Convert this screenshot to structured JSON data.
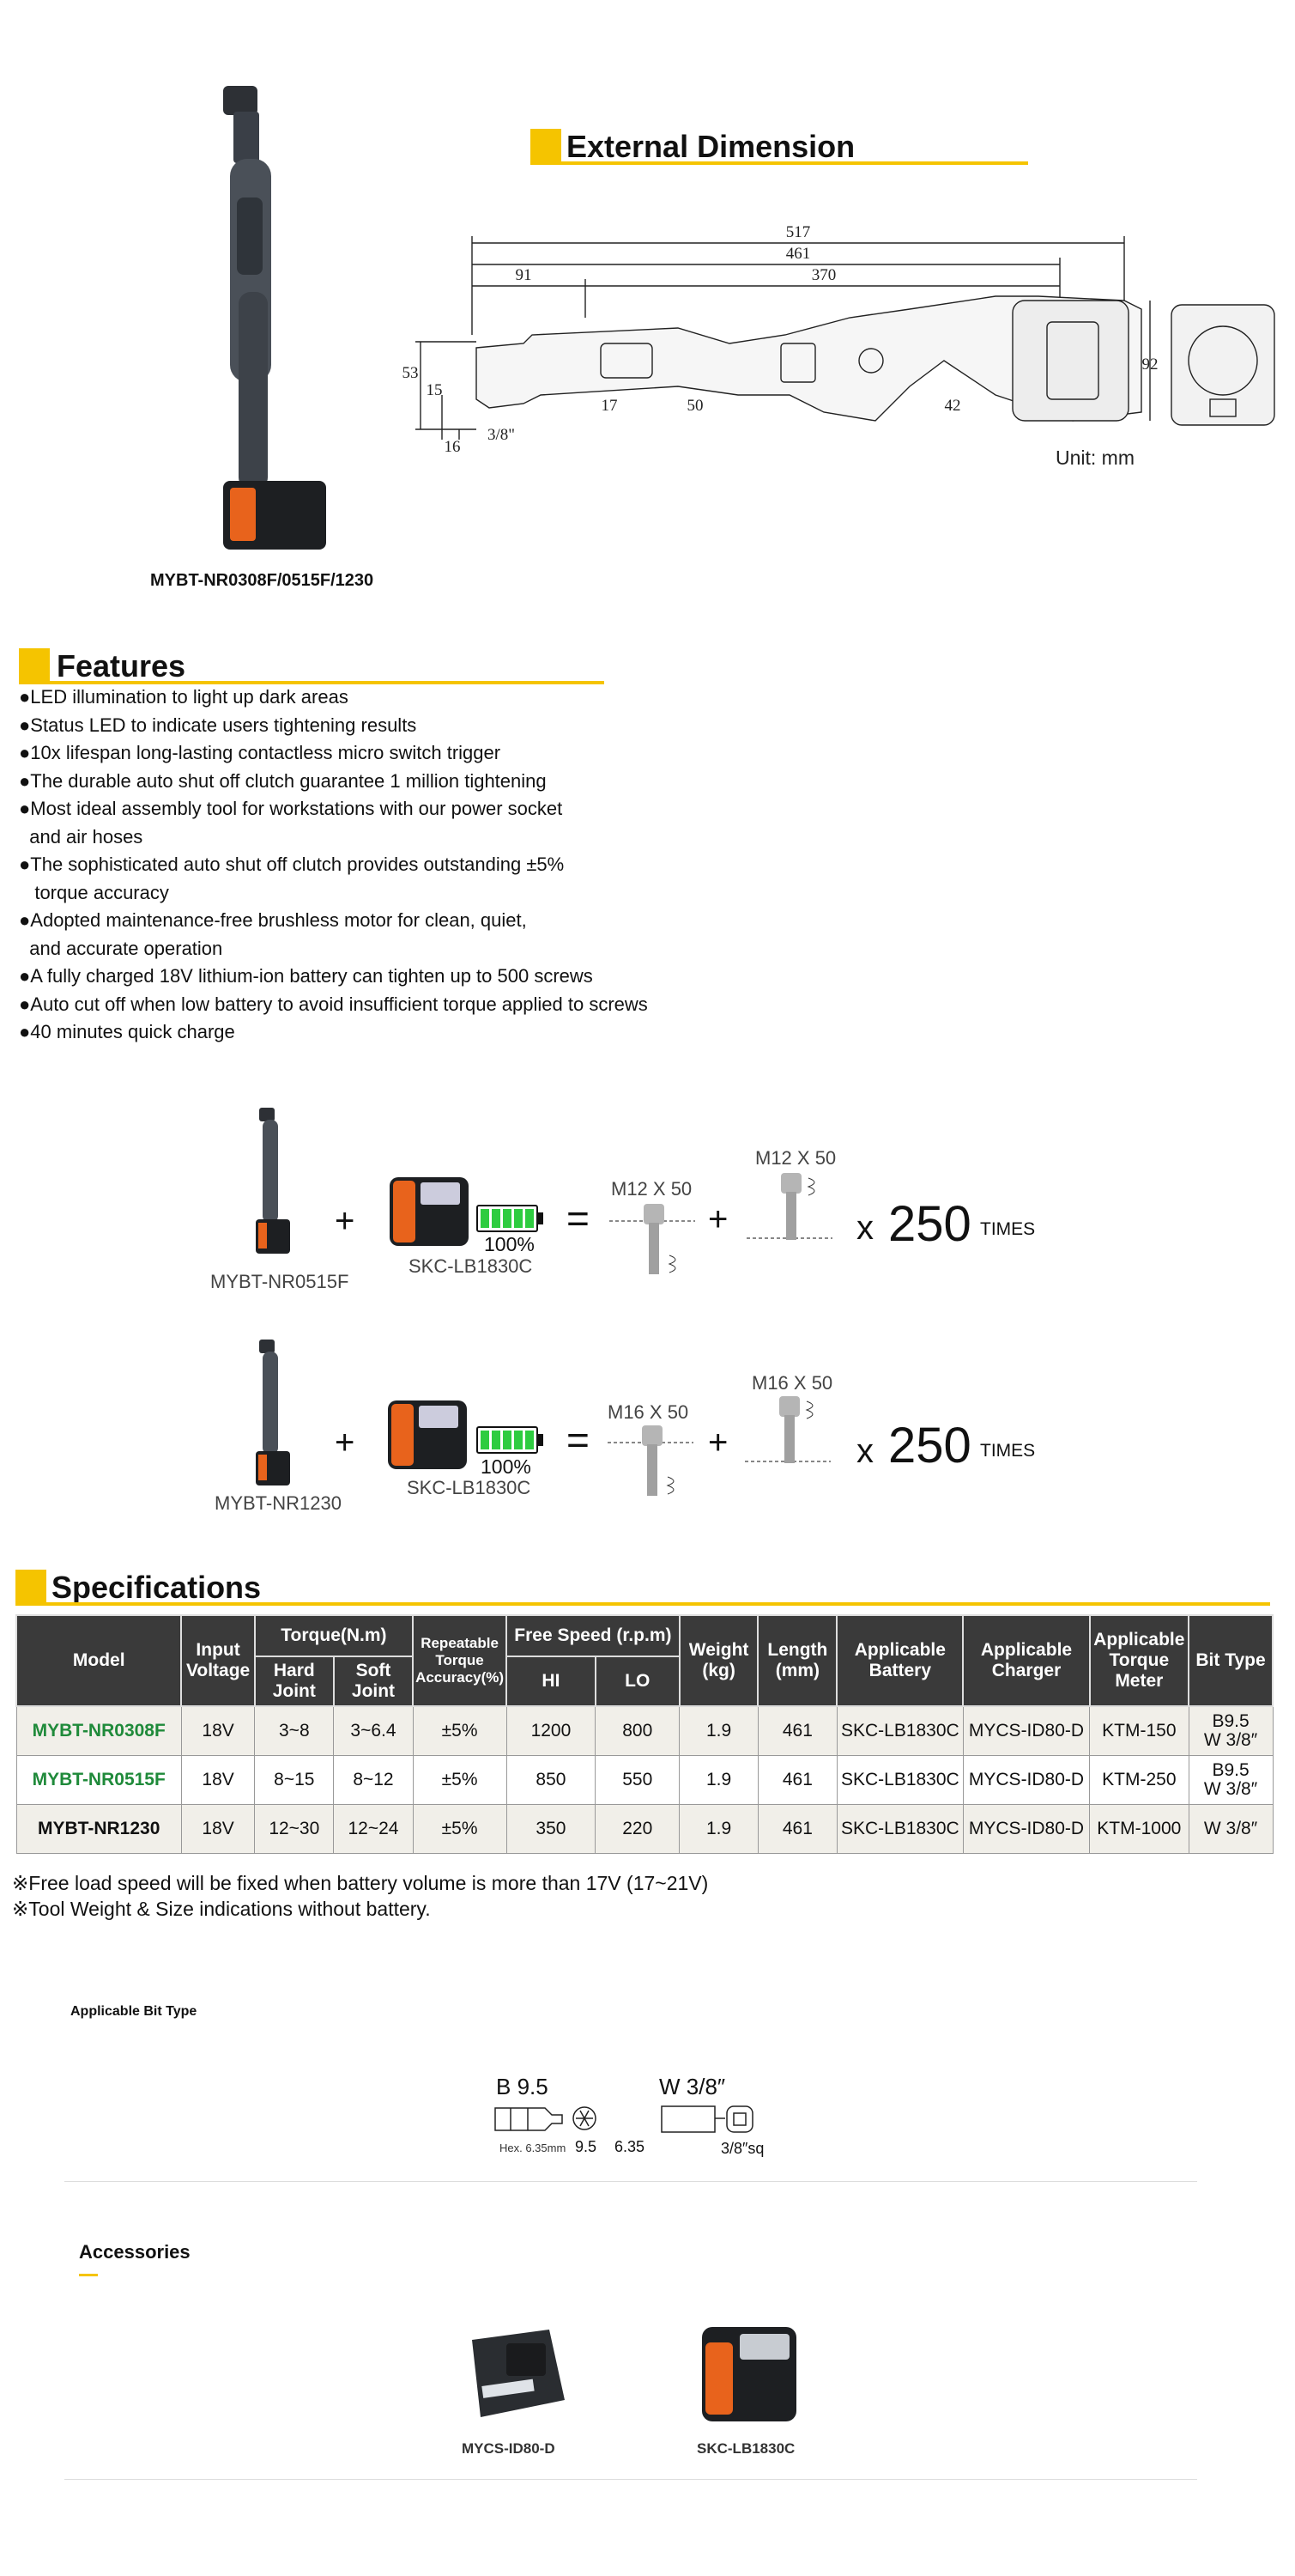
{
  "product_caption": "MYBT-NR0308F/0515F/1230",
  "external_dimension": {
    "title": "External Dimension",
    "unit": "Unit: mm",
    "dims": {
      "d517": "517",
      "d461": "461",
      "d91": "91",
      "d370": "370",
      "d53": "53",
      "d15": "15",
      "d16": "16",
      "d38": "3/8\"",
      "d17": "17",
      "d50": "50",
      "d42": "42",
      "d92": "92"
    }
  },
  "features": {
    "title": "Features",
    "items": [
      "●LED illumination to light up dark areas",
      "●Status LED to indicate users tightening results",
      "●10x lifespan long-lasting contactless micro switch trigger",
      "●The durable auto shut off clutch guarantee 1 million tightening",
      "●Most ideal assembly tool for workstations with our power socket",
      "  and air hoses",
      "●The sophisticated auto shut off clutch provides outstanding ±5%",
      "   torque accuracy",
      "●Adopted maintenance-free brushless motor for clean, quiet,",
      "  and accurate operation",
      "●A fully charged 18V lithium-ion battery can tighten up to 500 screws",
      "●Auto cut off when low battery to avoid insufficient torque applied to screws",
      "●40 minutes quick charge"
    ]
  },
  "capacity": [
    {
      "tool": "MYBT-NR0515F",
      "battery": "SKC-LB1830C",
      "charge": "100%",
      "screw_a": "M12 X 50",
      "screw_b": "M12 X 50",
      "times_x": "x",
      "times_num": "250",
      "times_label": "TIMES",
      "plus": "+",
      "eq": "="
    },
    {
      "tool": "MYBT-NR1230",
      "battery": "SKC-LB1830C",
      "charge": "100%",
      "screw_a": "M16 X 50",
      "screw_b": "M16 X 50",
      "times_x": "x",
      "times_num": "250",
      "times_label": "TIMES",
      "plus": "+",
      "eq": "="
    }
  ],
  "specifications": {
    "title": "Specifications",
    "headers": {
      "model": "Model",
      "input": "Input Voltage",
      "torque": "Torque(N.m)",
      "hard": "Hard Joint",
      "soft": "Soft Joint",
      "repeat": "Repeatable Torque Accuracy(%)",
      "speed": "Free Speed (r.p.m)",
      "hi": "HI",
      "lo": "LO",
      "weight": "Weight (kg)",
      "length": "Length (mm)",
      "battery": "Applicable Battery",
      "charger": "Applicable Charger",
      "meter": "Applicable Torque Meter",
      "bit": "Bit Type"
    },
    "rows": [
      {
        "model": "MYBT-NR0308F",
        "voltage": "18V",
        "hard": "3~8",
        "soft": "3~6.4",
        "repeat": "±5%",
        "hi": "1200",
        "lo": "800",
        "weight": "1.9",
        "length": "461",
        "battery": "SKC-LB1830C",
        "charger": "MYCS-ID80-D",
        "meter": "KTM-150",
        "bit1": "B9.5",
        "bit2": "W 3/8″"
      },
      {
        "model": "MYBT-NR0515F",
        "voltage": "18V",
        "hard": "8~15",
        "soft": "8~12",
        "repeat": "±5%",
        "hi": "850",
        "lo": "550",
        "weight": "1.9",
        "length": "461",
        "battery": "SKC-LB1830C",
        "charger": "MYCS-ID80-D",
        "meter": "KTM-250",
        "bit1": "B9.5",
        "bit2": "W 3/8″"
      },
      {
        "model": "MYBT-NR1230",
        "voltage": "18V",
        "hard": "12~30",
        "soft": "12~24",
        "repeat": "±5%",
        "hi": "350",
        "lo": "220",
        "weight": "1.9",
        "length": "461",
        "battery": "SKC-LB1830C",
        "charger": "MYCS-ID80-D",
        "meter": "KTM-1000",
        "bit1": "W 3/8″",
        "bit2": ""
      }
    ],
    "notes": [
      "※Free load speed will be fixed when battery volume is more than 17V (17~21V)",
      "※Tool Weight & Size indications without battery."
    ]
  },
  "bit_type": {
    "title": "Applicable Bit Type",
    "b_label": "B 9.5",
    "w_label": "W 3/8″",
    "hex": "Hex. 6.35mm",
    "b95": "9.5",
    "b635": "6.35",
    "sq": "3/8″sq"
  },
  "accessories": {
    "title": "Accessories",
    "items": [
      {
        "label": "MYCS-ID80-D"
      },
      {
        "label": "SKC-LB1830C"
      }
    ]
  },
  "colors": {
    "accent": "#f5c400",
    "table_header": "#3a3a3a",
    "model_green": "#1f8a3a",
    "battery_orange": "#e8631c"
  }
}
